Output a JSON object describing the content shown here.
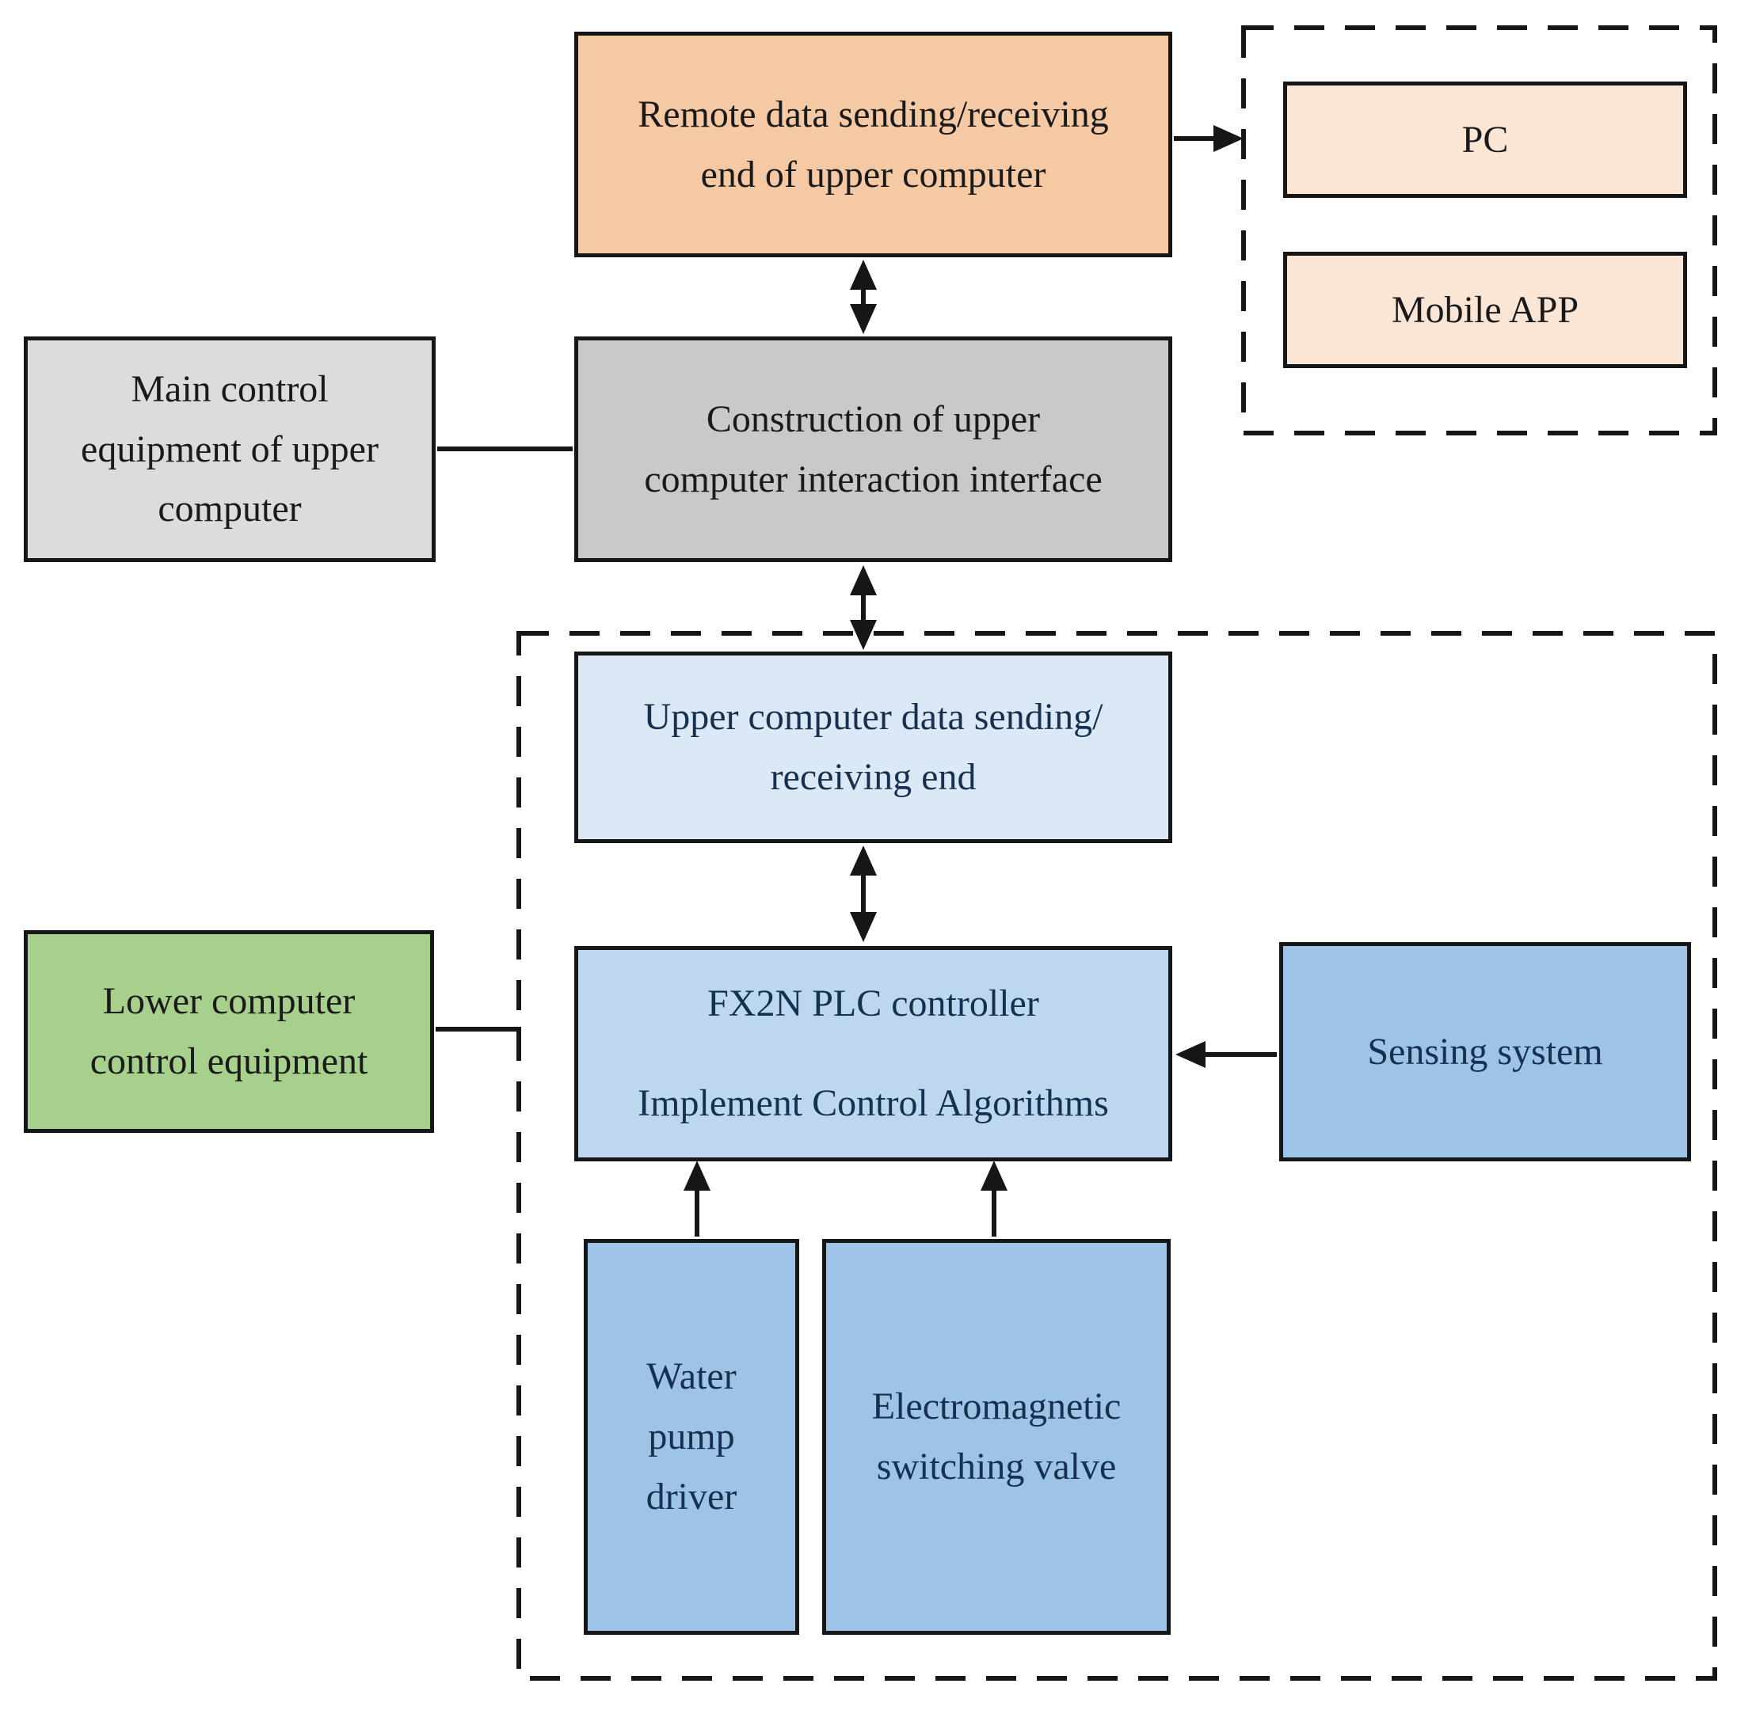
{
  "nodes": {
    "remote": {
      "line1": "Remote data sending/receiving",
      "line2": "end of upper computer"
    },
    "pc": {
      "label": "PC"
    },
    "mobile_app": {
      "label": "Mobile APP"
    },
    "main_control": {
      "line1": "Main control",
      "line2": "equipment of upper",
      "line3": "computer"
    },
    "construction": {
      "line1": "Construction of upper",
      "line2": "computer interaction interface"
    },
    "upper_data": {
      "line1": "Upper computer data sending/",
      "line2": "receiving end"
    },
    "fx2n": {
      "line1": "FX2N PLC controller",
      "line2": "Implement Control Algorithms"
    },
    "sensing": {
      "label": "Sensing system"
    },
    "lower_computer": {
      "line1": "Lower computer",
      "line2": "control equipment"
    },
    "water_pump": {
      "line1": "Water",
      "line2": "pump",
      "line3": "driver"
    },
    "electro_valve": {
      "line1": "Electromagnetic",
      "line2": "switching valve"
    }
  },
  "colors": {
    "peach": "#f5c9a3",
    "peach-light": "#fbe5d5",
    "gray-light": "#dcdcdc",
    "gray-mid": "#c9c9c9",
    "blue-pale": "#dbe9f7",
    "blue-light": "#bdd7ee",
    "blue-mid": "#9dc3e6",
    "green": "#a8d08d",
    "ink": "#161616",
    "text-dark": "#1a1a1a",
    "text-navy": "#16304f"
  }
}
